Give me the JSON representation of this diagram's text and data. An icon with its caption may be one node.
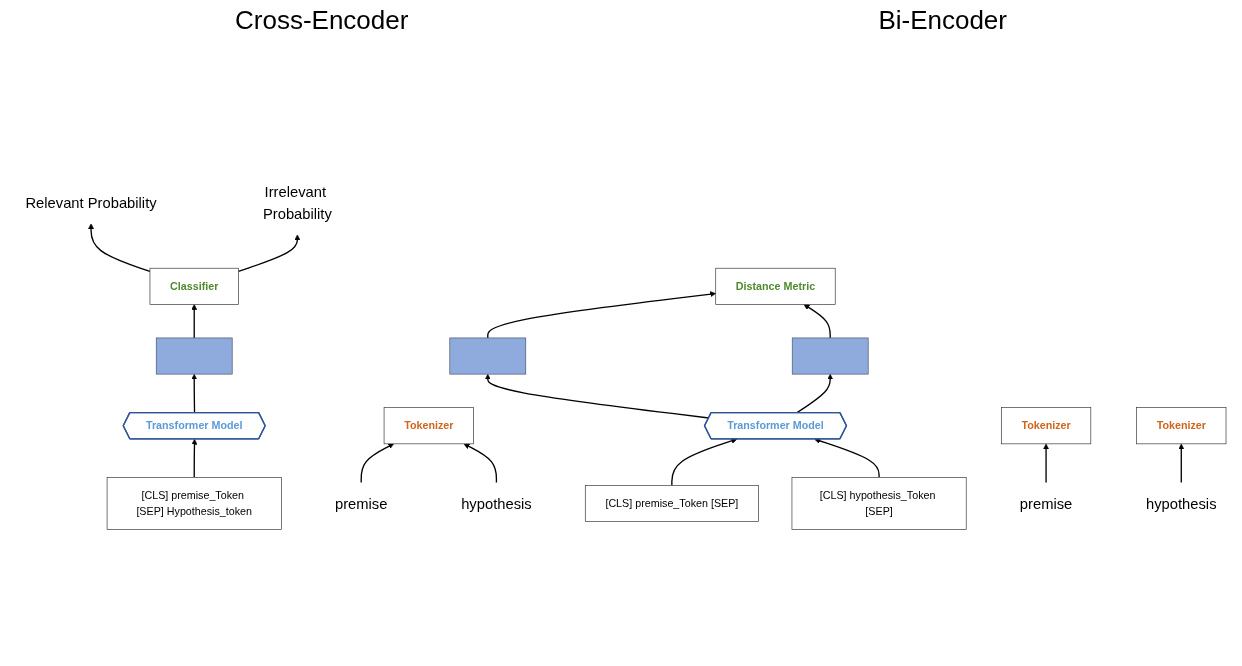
{
  "diagram": {
    "nodes": [
      {
        "text": [
          "Relevant Probability"
        ]
      },
      {
        "text": [
          "Irrelevant Probability"
        ]
      },
      {
        "text": [
          "Classifier"
        ]
      },
      {
        "text": [],
        "shape": "bar"
      },
      {
        "text": [
          "Transformer Model"
        ]
      },
      {
        "text": [
          "[CLS] premise_Token [SEP] Hypothesis_token"
        ]
      },
      {
        "text": [
          "Tokenizer"
        ]
      },
      {
        "text": [
          "premise"
        ]
      },
      {
        "text": [
          "hypothesis"
        ]
      },
      {
        "text": [
          "Distance Metric"
        ]
      },
      {
        "text": [],
        "shape": "bar"
      },
      {
        "text": [],
        "shape": "bar"
      },
      {
        "text": [
          "Transformer Model"
        ]
      },
      {
        "text": [
          "[CLS] premise_Token [SEP]"
        ]
      },
      {
        "text": [
          "[CLS] hypothesis_Token [SEP]"
        ]
      },
      {
        "text": [
          "Tokenizer"
        ]
      },
      {
        "text": [
          "Tokenizer"
        ]
      },
      {
        "text": [
          "premise"
        ]
      },
      {
        "text": [
          "hypothesis"
        ]
      }
    ],
    "edges": [
      {
        "from": 2,
        "to": 0,
        "arrow": "to"
      },
      {
        "from": 2,
        "to": 1,
        "arrow": "to"
      },
      {
        "from": 3,
        "to": 2,
        "arrow": "to"
      },
      {
        "from": 4,
        "to": 3,
        "arrow": "to"
      },
      {
        "from": 5,
        "to": 4,
        "arrow": "to"
      },
      {
        "from": 7,
        "to": 6,
        "arrow": "to"
      },
      {
        "from": 8,
        "to": 6,
        "arrow": "to"
      },
      {
        "from": 10,
        "to": 9,
        "arrow": "to"
      },
      {
        "from": 11,
        "to": 9,
        "arrow": "to"
      },
      {
        "from": 12,
        "to": 10,
        "arrow": "to"
      },
      {
        "from": 12,
        "to": 11,
        "arrow": "to"
      },
      {
        "from": 13,
        "to": 12,
        "arrow": "to"
      },
      {
        "from": 14,
        "to": 12,
        "arrow": "to"
      },
      {
        "from": 17,
        "to": 15,
        "arrow": "to"
      },
      {
        "from": 18,
        "to": 16,
        "arrow": "to"
      }
    ],
    "labels": [
      "Cross-Encoder",
      "Bi-Encoder"
    ]
  }
}
